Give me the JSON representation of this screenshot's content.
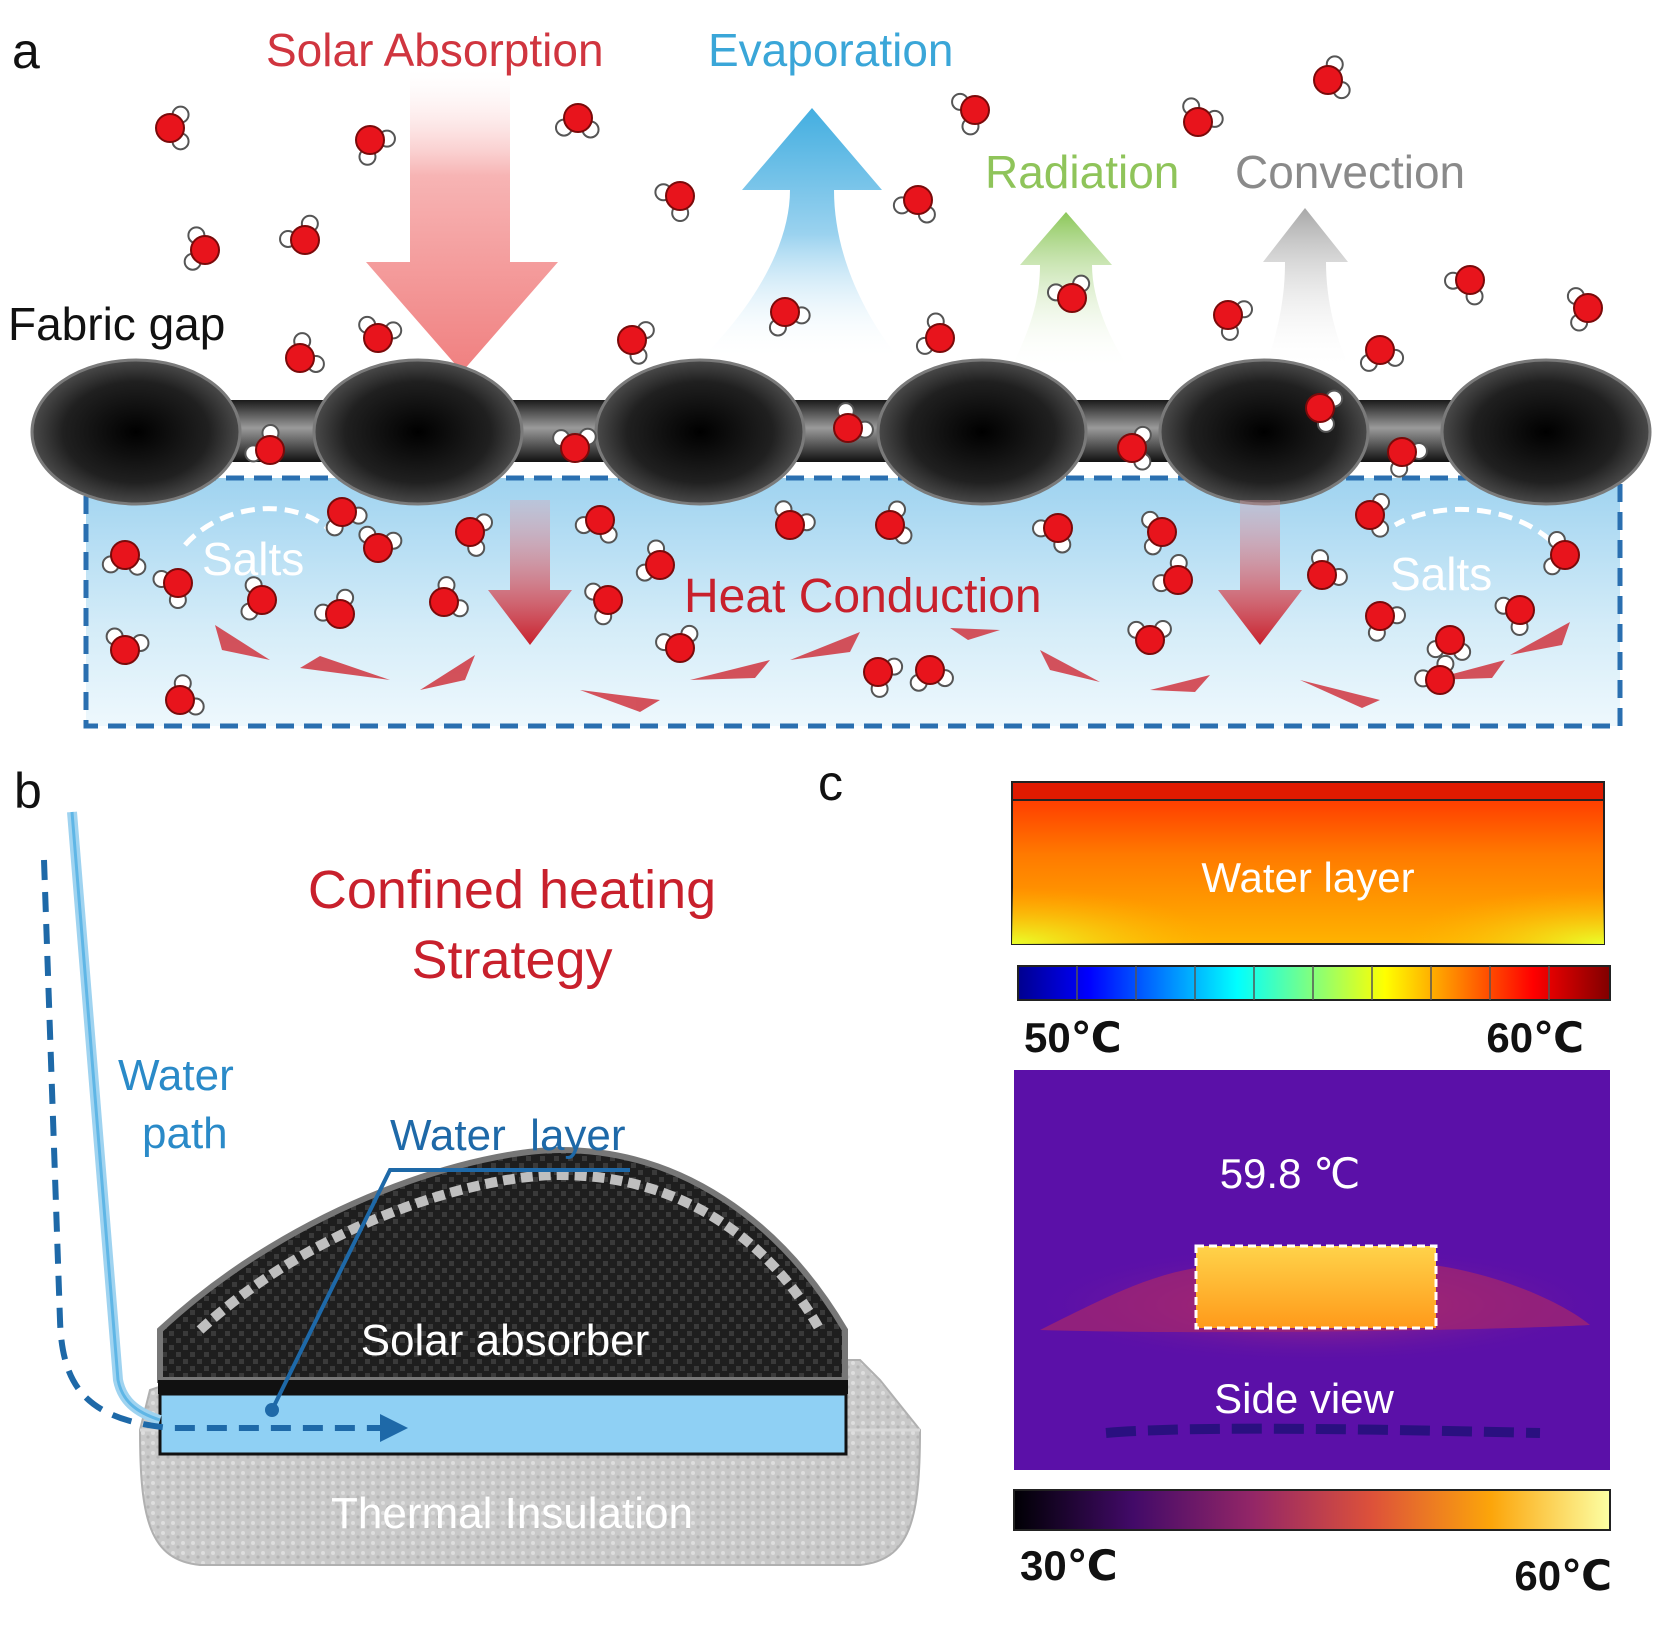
{
  "panels": {
    "a": "a",
    "b": "b",
    "c": "c"
  },
  "panel_a": {
    "solar_absorption": "Solar Absorption",
    "evaporation": "Evaporation",
    "radiation": "Radiation",
    "convection": "Convection",
    "fabric_gap": "Fabric gap",
    "heat_conduction": "Heat Conduction",
    "salts_left": "Salts",
    "salts_right": "Salts"
  },
  "panel_b": {
    "title_line1": "Confined heating",
    "title_line2": "Strategy",
    "water_path_line1": "Water",
    "water_path_line2": "path",
    "water_layer": "Water  layer",
    "solar_absorber": "Solar absorber",
    "thermal_insulation": "Thermal Insulation"
  },
  "panel_c": {
    "sim_label": "Water layer",
    "scale1_min": "50℃",
    "scale1_max": "60℃",
    "ir_temp": "59.8 ℃",
    "ir_label": "Side view",
    "scale2_min": "30℃",
    "scale2_max": "60℃"
  },
  "colors": {
    "solar": "#d0353f",
    "evaporation": "#3aa6d8",
    "radiation": "#8fc45a",
    "convection": "#8a8a8a",
    "heat": "#c8202c",
    "water_blue": "#2a6fb0",
    "water_light": "#bfe3f6"
  }
}
